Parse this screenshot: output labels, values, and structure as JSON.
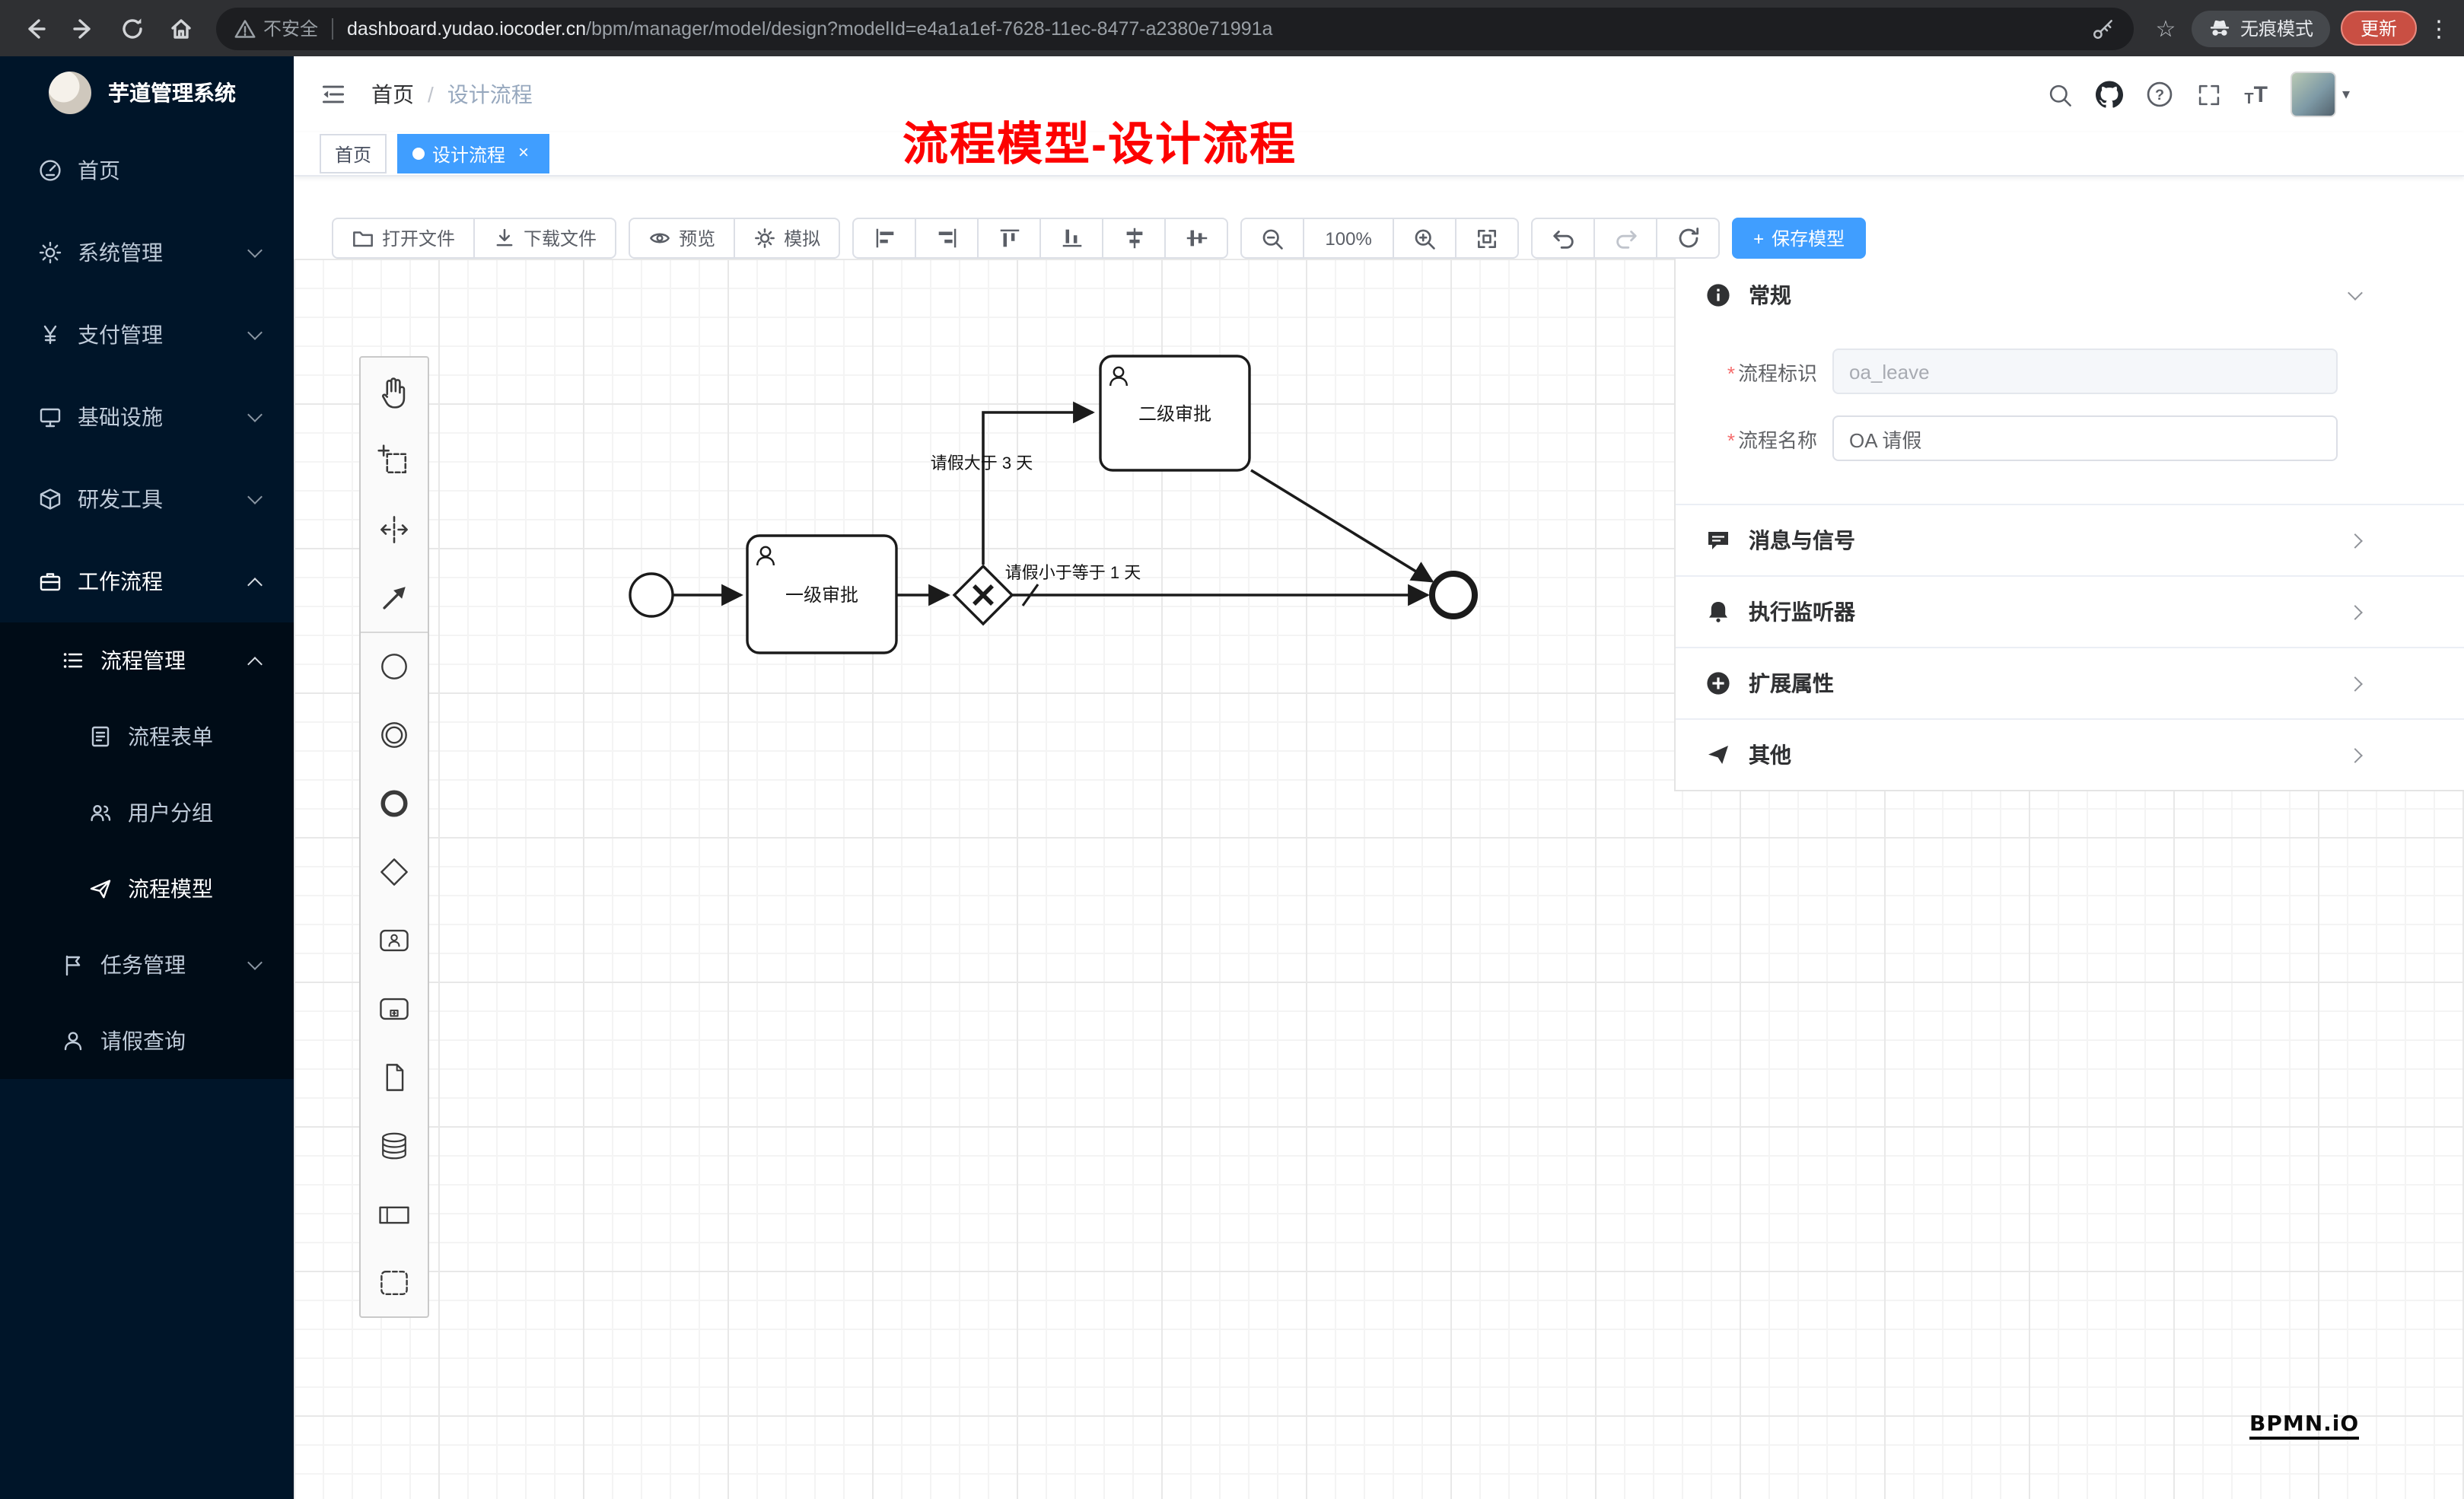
{
  "browser": {
    "secure_label": "不安全",
    "url_domain": "dashboard.yudao.iocoder.cn",
    "url_path": "/bpm/manager/model/design?modelId=e4a1a1ef-7628-11ec-8477-a2380e71991a",
    "incognito_label": "无痕模式",
    "update_label": "更新"
  },
  "icons": {
    "star": "☆",
    "menu_dots": "⋮",
    "caret_down": "▾",
    "tag_close": "×",
    "plus": "+",
    "breadcrumb_sep": "/",
    "question": "?",
    "font_t": "T"
  },
  "sidebar": {
    "logo": "芋道管理系统",
    "menu": [
      {
        "label": "首页"
      },
      {
        "label": "系统管理"
      },
      {
        "label": "支付管理"
      },
      {
        "label": "基础设施"
      },
      {
        "label": "研发工具"
      },
      {
        "label": "工作流程"
      },
      {
        "label": "流程管理"
      },
      {
        "label": "流程表单"
      },
      {
        "label": "用户分组"
      },
      {
        "label": "流程模型"
      },
      {
        "label": "任务管理"
      },
      {
        "label": "请假查询"
      }
    ]
  },
  "header": {
    "breadcrumb_home": "首页",
    "breadcrumb_current": "设计流程"
  },
  "tags": {
    "home": "首页",
    "active": "设计流程"
  },
  "annotation": "流程模型-设计流程",
  "toolbar": {
    "open": "打开文件",
    "download": "下载文件",
    "preview": "预览",
    "simulate": "模拟",
    "zoom_level": "100%",
    "save": "保存模型"
  },
  "diagram": {
    "task1": "一级审批",
    "task2": "二级审批",
    "flow_gt": "请假大于 3 天",
    "flow_le": "请假小于等于 1 天"
  },
  "panel": {
    "general_title": "常规",
    "fields": [
      {
        "label": "流程标识",
        "value": "oa_leave"
      },
      {
        "label": "流程名称",
        "value": "OA 请假"
      }
    ],
    "sections": [
      {
        "label": "消息与信号"
      },
      {
        "label": "执行监听器"
      },
      {
        "label": "扩展属性"
      },
      {
        "label": "其他"
      }
    ]
  },
  "watermark": "BPMN.iO"
}
